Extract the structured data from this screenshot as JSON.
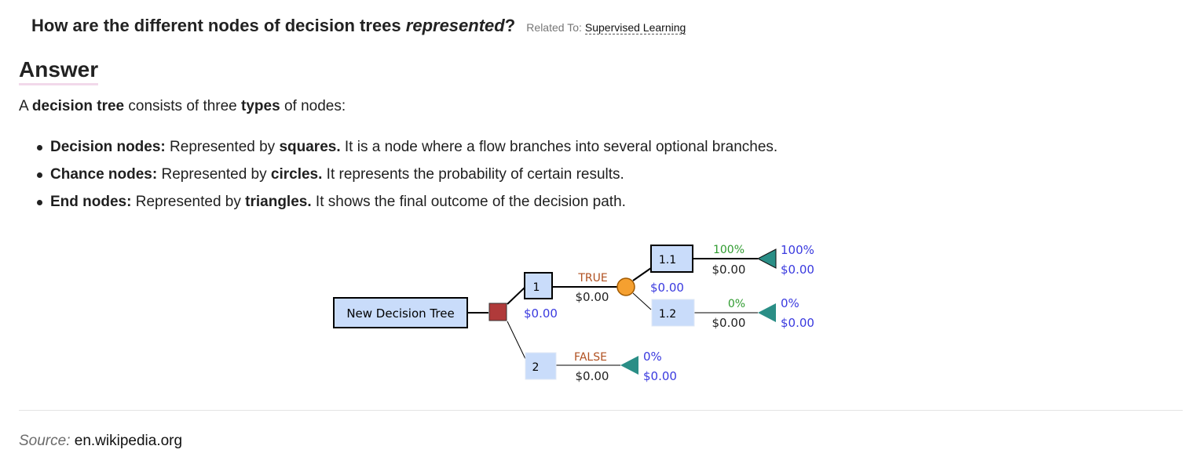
{
  "question": {
    "text_before": "How are the different nodes of decision trees ",
    "text_emphasis": "represented",
    "text_after": "?",
    "related_label": "Related To:",
    "related_link": "Supervised Learning"
  },
  "answer": {
    "heading": "Answer",
    "intro": {
      "part1": "A ",
      "bold1": "decision tree",
      "part2": " consists of three ",
      "bold2": "types",
      "part3": " of nodes:"
    },
    "items": [
      {
        "term": "Decision nodes:",
        "pre": " Represented by ",
        "shape": "squares.",
        "post": " It is a node where a flow branches into several optional branches."
      },
      {
        "term": "Chance nodes:",
        "pre": " Represented by ",
        "shape": "circles.",
        "post": " It represents the probability of certain results."
      },
      {
        "term": "End nodes:",
        "pre": " Represented by ",
        "shape": "triangles.",
        "post": " It shows the final outcome of the decision path."
      }
    ]
  },
  "diagram": {
    "root_label": "New Decision Tree",
    "node1_label": "1",
    "node1_value": "$0.00",
    "true_label": "TRUE",
    "true_value": "$0.00",
    "node11_label": "1.1",
    "node11_value": "$0.00",
    "node11_prob": "100%",
    "node11_end_value": "$0.00",
    "end11_prob": "100%",
    "end11_value": "$0.00",
    "node12_label": "1.2",
    "node12_prob": "0%",
    "node12_end_value": "$0.00",
    "end12_prob": "0%",
    "end12_value": "$0.00",
    "node2_label": "2",
    "false_label": "FALSE",
    "false_value": "$0.00",
    "end2_prob": "0%",
    "end2_value": "$0.00",
    "colors": {
      "node_fill": "#c9dcfa",
      "decision_fill": "#b03a3a",
      "chance_fill": "#f5a030",
      "end_fill": "#2a8e86",
      "value_blue": "#3a3adf",
      "prob_green": "#2f9b2f",
      "branch_label": "#b05020"
    }
  },
  "source": {
    "label": "Source:",
    "link": "en.wikipedia.org"
  }
}
